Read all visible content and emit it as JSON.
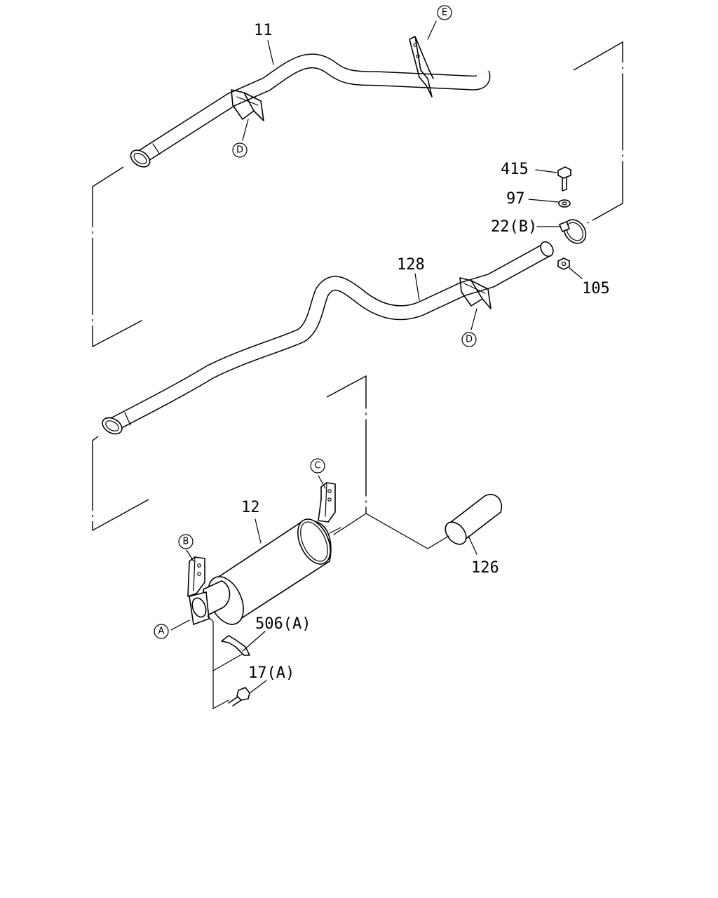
{
  "parts": {
    "p11": "11",
    "p128": "128",
    "p12": "12",
    "p126": "126",
    "p415": "415",
    "p97": "97",
    "p22": "22(B)",
    "p105": "105",
    "p506": "506(A)",
    "p17": "17(A)"
  },
  "callouts": {
    "e": "E",
    "d1": "D",
    "d2": "D",
    "c": "C",
    "b": "B",
    "a": "A"
  }
}
